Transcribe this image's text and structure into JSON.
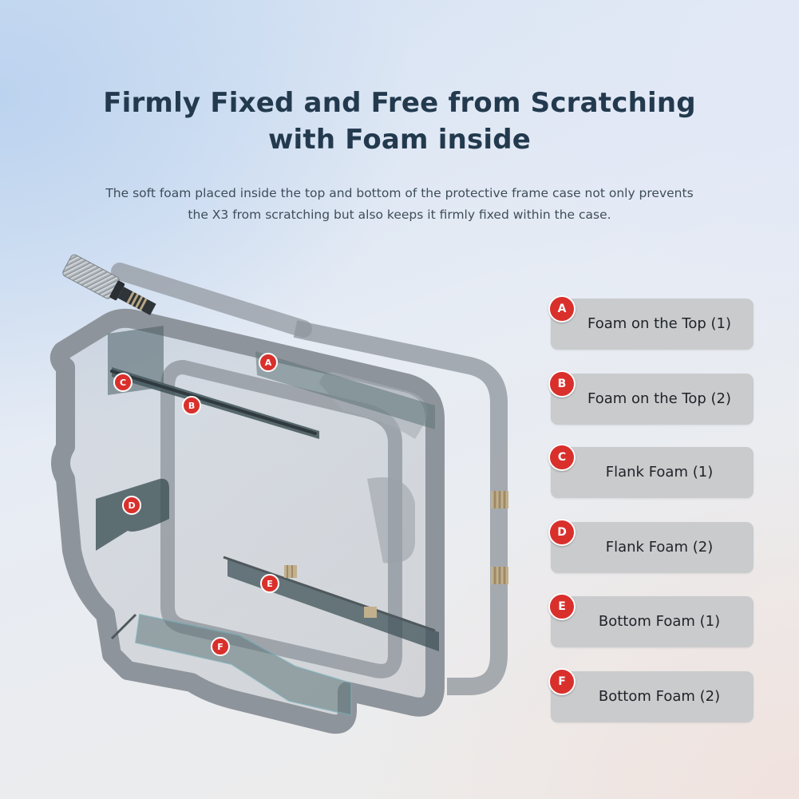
{
  "heading": {
    "title": "Firmly Fixed and Free from Scratching\nwith Foam inside",
    "description": "The soft foam placed inside the top and bottom of the protective frame case not only prevents\nthe X3 from scratching but also keeps it firmly fixed within the case."
  },
  "legend": [
    {
      "letter": "A",
      "label": "Foam on the Top (1)"
    },
    {
      "letter": "B",
      "label": "Foam on the Top (2)"
    },
    {
      "letter": "C",
      "label": "Flank Foam (1)"
    },
    {
      "letter": "D",
      "label": "Flank Foam (2)"
    },
    {
      "letter": "E",
      "label": "Bottom Foam (1)"
    },
    {
      "letter": "F",
      "label": "Bottom Foam (2)"
    }
  ],
  "markers": [
    "A",
    "B",
    "C",
    "D",
    "E",
    "F"
  ],
  "colors": {
    "badge": "#d9302c",
    "title": "#233a4e",
    "legend_bg": "#c9cbcd",
    "frame": "#8e949b",
    "foam": "#5e7479"
  }
}
